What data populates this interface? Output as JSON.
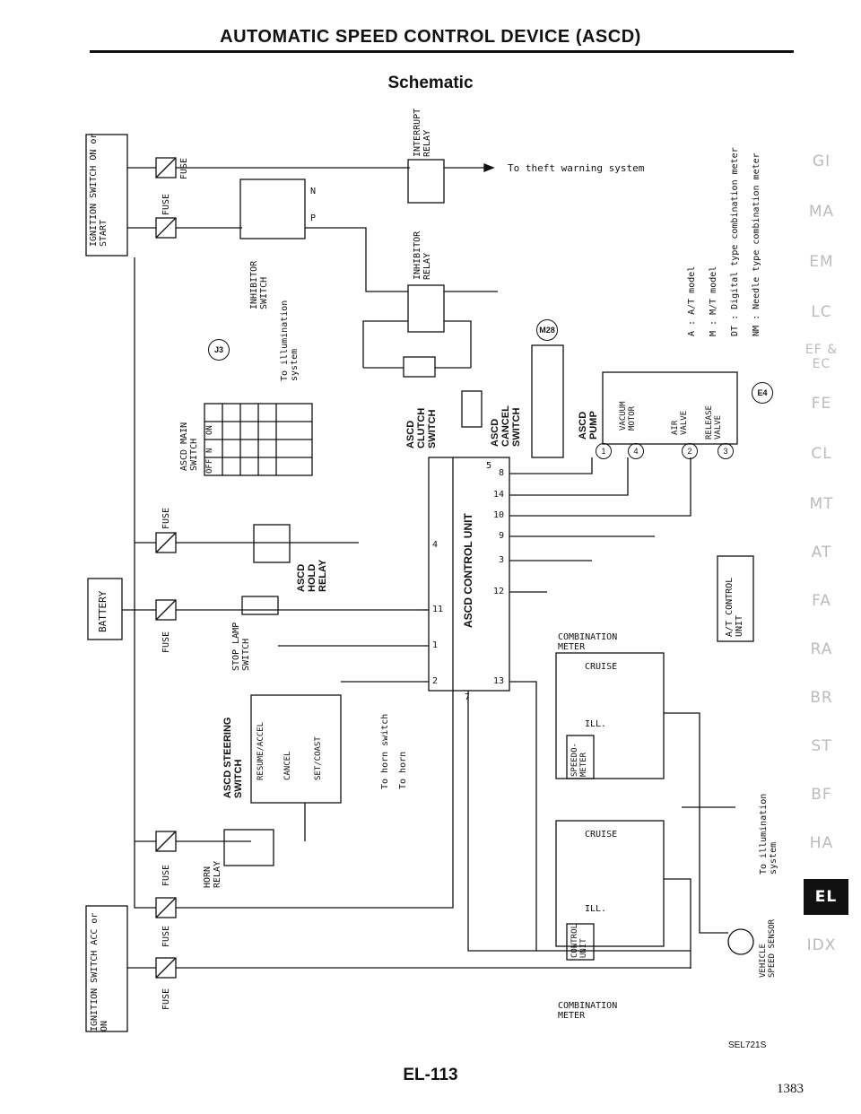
{
  "header": {
    "title": "AUTOMATIC SPEED CONTROL DEVICE (ASCD)",
    "subtitle": "Schematic"
  },
  "schematic": {
    "power": {
      "ign_switch_start": "IGNITION SWITCH ON or START",
      "battery": "BATTERY",
      "ign_switch_acc": "IGNITION SWITCH ACC or ON",
      "fuse": "FUSE"
    },
    "relays": {
      "interrupt": "INTERRUPT RELAY",
      "inhibitor_relay": "INHIBITOR RELAY",
      "hold": "ASCD HOLD RELAY",
      "horn": "HORN RELAY"
    },
    "switches": {
      "inhibitor_switch": "INHIBITOR SWITCH",
      "main": "ASCD MAIN SWITCH",
      "main_positions": [
        "OFF",
        "N",
        "ON"
      ],
      "stop_lamp": "STOP LAMP SWITCH",
      "steering": "ASCD STEERING SWITCH",
      "steering_items": [
        "RESUME/ACCEL",
        "CANCEL",
        "SET/COAST"
      ],
      "clutch": "ASCD CLUTCH SWITCH",
      "cancel": "ASCD CANCEL SWITCH",
      "pn": [
        "N",
        "P"
      ]
    },
    "control_unit": {
      "label": "ASCD CONTROL UNIT",
      "pins": [
        "5",
        "8",
        "14",
        "10",
        "9",
        "3",
        "12",
        "11",
        "1",
        "2",
        "13",
        "7",
        "4"
      ]
    },
    "pump": {
      "label": "ASCD PUMP",
      "parts": [
        "VACUUM MOTOR",
        "AIR VALVE",
        "RELEASE VALVE"
      ],
      "pins": [
        "1",
        "4",
        "2",
        "3"
      ]
    },
    "targets": {
      "theft": "To theft warning system",
      "illumination": "To illumination system",
      "horn_switch": "To horn switch",
      "horn": "To horn"
    },
    "meters": {
      "combination": "COMBINATION METER",
      "cruise": "CRUISE",
      "ill": "ILL.",
      "speedometer": "SPEEDO-METER",
      "control_unit": "CONTROL UNIT",
      "at_control": "A/T CONTROL UNIT",
      "sensor": "VEHICLE SPEED SENSOR"
    },
    "connectors": [
      "J3",
      "M28",
      "E4"
    ],
    "legend": [
      {
        "code": "A",
        "text": "A/T model"
      },
      {
        "code": "M",
        "text": "M/T model"
      },
      {
        "code": "DT",
        "text": "Digital type combination meter"
      },
      {
        "code": "NM",
        "text": "Needle type combination meter"
      }
    ]
  },
  "side_tabs": [
    "GI",
    "MA",
    "EM",
    "LC",
    "EF & EC",
    "FE",
    "CL",
    "MT",
    "AT",
    "FA",
    "RA",
    "BR",
    "ST",
    "BF",
    "HA",
    "EL",
    "IDX"
  ],
  "active_tab": "EL",
  "footer": {
    "figure_id": "SEL721S",
    "page_label": "EL-113",
    "file_number": "1383"
  }
}
